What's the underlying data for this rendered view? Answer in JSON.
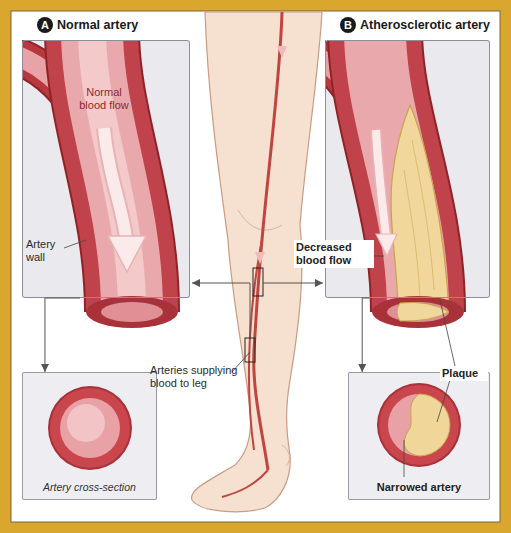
{
  "diagram": {
    "nodes": [
      {
        "text": [
          "A",
          "Normal artery"
        ]
      },
      {
        "text": [
          "Artery cross-section"
        ]
      },
      {
        "text": [
          "B",
          "Atherosclerotic artery"
        ]
      },
      {
        "text": [
          "Narrowed artery"
        ]
      }
    ],
    "edges": [
      {
        "from": 0,
        "to": 1,
        "arrow": "to"
      },
      {
        "from": 2,
        "to": 3,
        "arrow": "to"
      }
    ],
    "labels": [
      "Normal blood flow",
      "Artery wall",
      "Arteries supplying blood to leg",
      "Decreased blood flow",
      "Plaque"
    ]
  }
}
